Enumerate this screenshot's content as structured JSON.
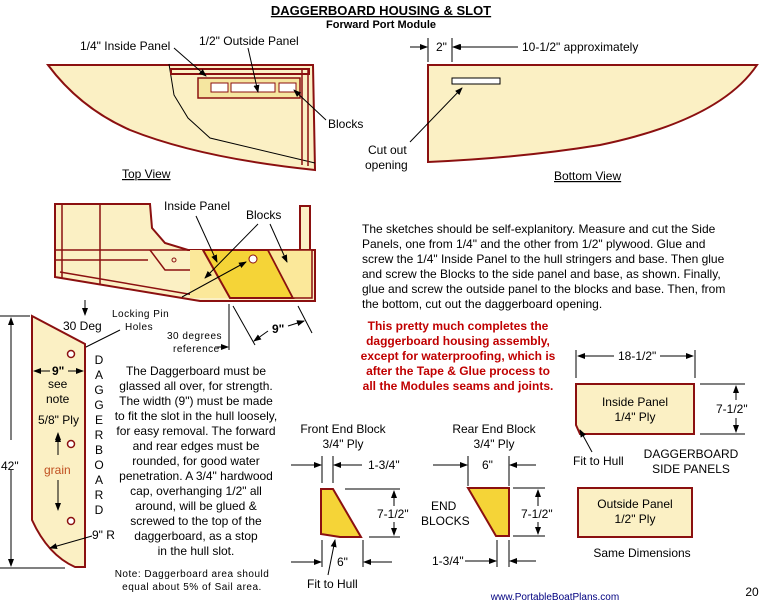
{
  "title": "DAGGERBOARD HOUSING & SLOT",
  "subtitle": "Forward Port Module",
  "top_view": {
    "label": "Top View",
    "inside_panel": "1/4\" Inside Panel",
    "outside_panel": "1/2\" Outside Panel",
    "blocks": "Blocks"
  },
  "bottom_view": {
    "label": "Bottom View",
    "dim_a": "2\"",
    "dim_b": "10-1/2\"  approximately",
    "cutout": [
      "Cut out",
      "opening"
    ]
  },
  "side_view": {
    "inside_panel": "Inside Panel",
    "blocks": "Blocks",
    "pin_holes": [
      "Locking Pin",
      "Holes"
    ],
    "reference": [
      "30 degrees",
      "reference"
    ],
    "width": "9\"",
    "angle": "30 Deg"
  },
  "instructions": [
    "The sketches should be self-explanitory. Measure and cut  the Side",
    "Panels, one from 1/4\" and the other from 1/2\" plywood. Glue and",
    "screw the 1/4\" Inside Panel to the hull stringers and base. Then glue",
    "and screw the Blocks to the side panel and base, as shown. Finally,",
    "glue and screw the outside panel to the blocks and base.  Then, from",
    "the bottom, cut out the daggerboard opening."
  ],
  "highlight": [
    "This pretty much completes the",
    "daggerboard housing assembly,",
    "except for waterproofing, which is",
    "after the Tape & Glue process to",
    "all the Modules seams and joints."
  ],
  "daggerboard": {
    "length": "42\"",
    "width": "9\"",
    "see_note": [
      "see",
      "note"
    ],
    "ply": "5/8\" Ply",
    "grain": "grain",
    "radius": "9\" R",
    "vertical_label": [
      "D",
      "A",
      "G",
      "G",
      "E",
      "R",
      "B",
      "O",
      "A",
      "R",
      "D"
    ],
    "notes": [
      "The Daggerboard must be",
      "glassed all over, for strength.",
      "The width (9\") must be made",
      "to fit the slot in the hull loosely,",
      "for easy removal. The forward",
      "and rear edges must be",
      "rounded, for good water",
      "penetration. A 3/4\" hardwood",
      "cap, overhanging 1/2\" all",
      "around, will be glued &",
      "screwed to the top of the",
      "daggerboard, as a stop",
      "in the hull slot."
    ],
    "footnote": [
      "Note: Daggerboard area should",
      "equal about 5% of Sail area."
    ]
  },
  "front_block": {
    "title": "Front End Block",
    "ply": "3/4\" Ply",
    "top": "1-3/4\"",
    "height": "7-1/2\"",
    "bottom": "6\"",
    "fit": "Fit to Hull"
  },
  "rear_block": {
    "title": "Rear End Block",
    "ply": "3/4\" Ply",
    "top": "6\"",
    "height": "7-1/2\"",
    "bottom": "1-3/4\"",
    "label": [
      "END",
      "BLOCKS"
    ]
  },
  "side_panels": {
    "width": "18-1/2\"",
    "height": "7-1/2\"",
    "inside": [
      "Inside Panel",
      "1/4\" Ply"
    ],
    "outside": [
      "Outside Panel",
      "1/2\" Ply"
    ],
    "fit": "Fit to Hull",
    "label": [
      "DAGGERBOARD",
      "SIDE PANELS"
    ],
    "same": "Same Dimensions"
  },
  "footer": {
    "url": "www.PortableBoatPlans.com",
    "page": "20"
  },
  "colors": {
    "wood": "#fbf0c4",
    "block": "#f5d437",
    "outline": "#8b1010",
    "highlight": "#c00000",
    "link": "#000080"
  }
}
